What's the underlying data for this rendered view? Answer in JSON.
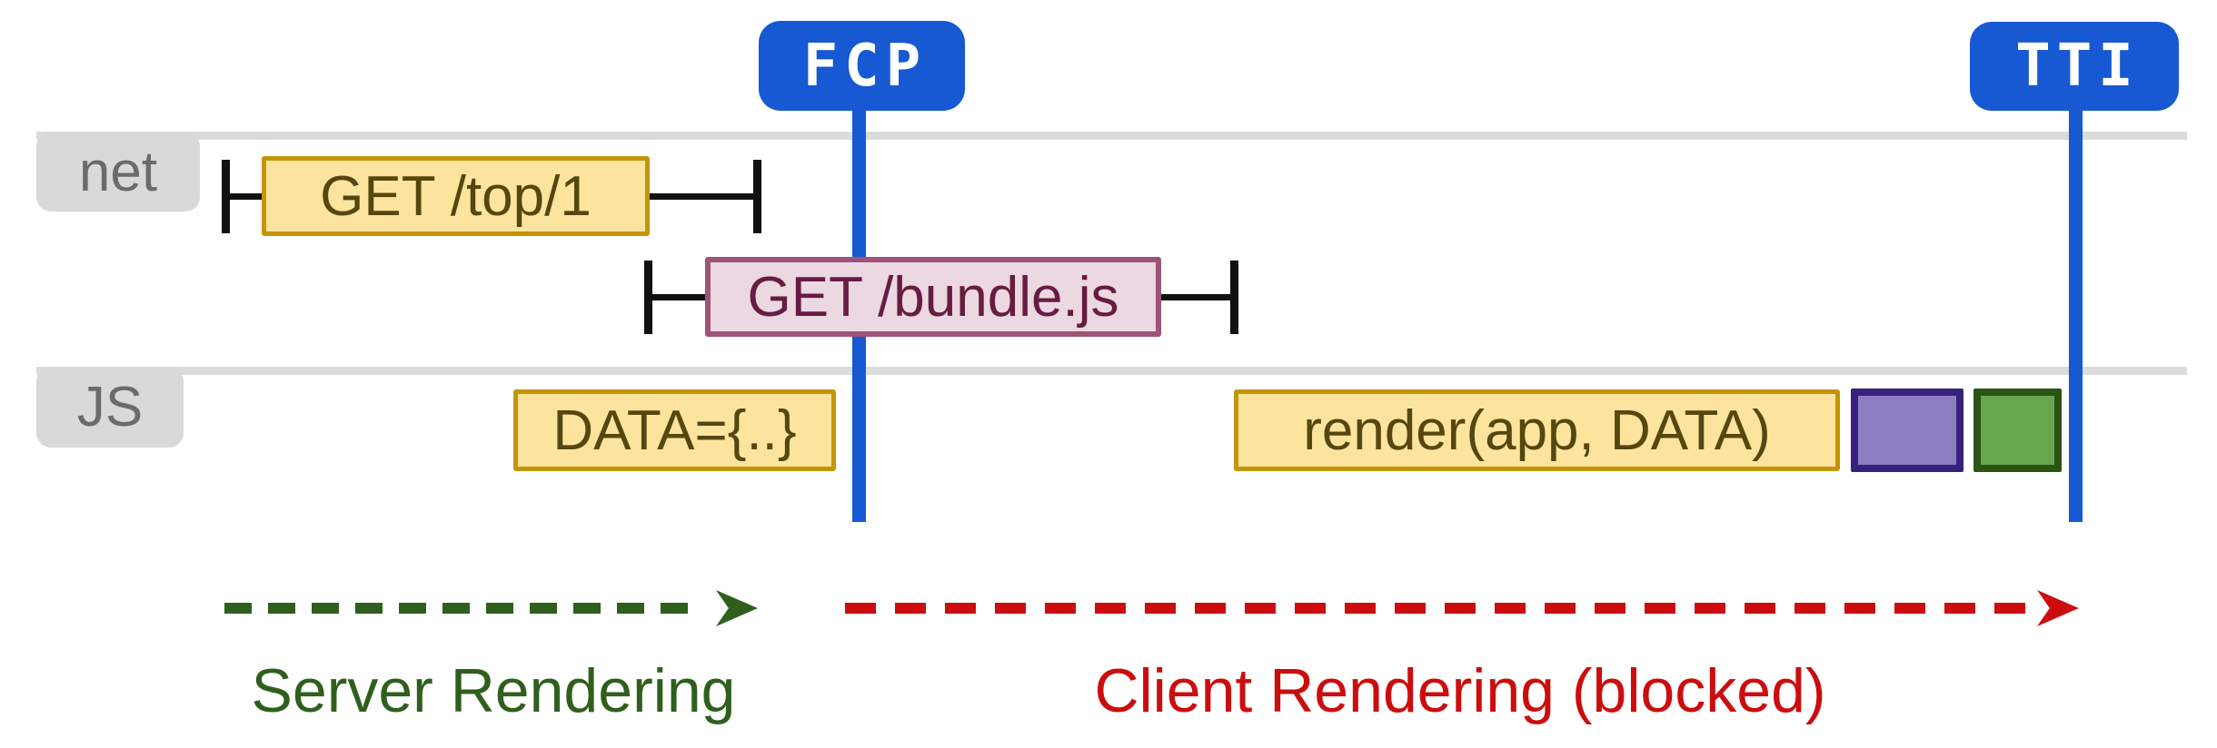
{
  "markers": {
    "fcp": "FCP",
    "tti": "TTI"
  },
  "lanes": {
    "net": "net",
    "js": "JS"
  },
  "tasks": {
    "get_top": "GET /top/1",
    "get_bundle": "GET /bundle.js",
    "data_assign": "DATA={..}",
    "render_call": "render(app, DATA)"
  },
  "phases": {
    "server": "Server Rendering",
    "client": "Client Rendering (blocked)"
  },
  "colors": {
    "marker_blue": "#1759d2",
    "lane_gray": "#dcdcdc",
    "label_gray": "#d9d9d9",
    "label_text": "#6b6b6b",
    "whisker_black": "#111111",
    "task_yellow_fill": "#fce49e",
    "task_yellow_border": "#c49506",
    "task_yellow_text": "#55470e",
    "bundle_pink_fill": "#ecd8e1",
    "bundle_pink_border": "#a05379",
    "bundle_pink_text": "#671c41",
    "purple_fill": "#8e7cc3",
    "purple_border": "#37217c",
    "green_fill": "#68a74e",
    "green_border": "#2b5314",
    "server_green": "#2f5f1d",
    "client_red": "#cc0d0d"
  }
}
